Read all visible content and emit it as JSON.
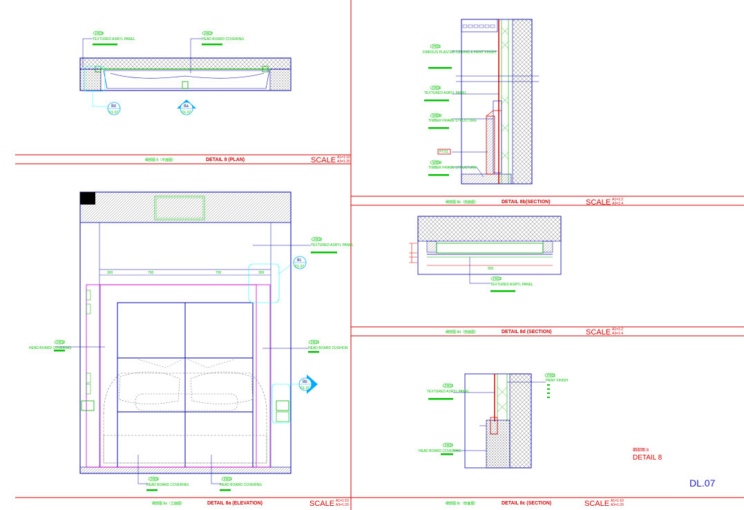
{
  "sheet": {
    "sheet_number": "DL.07",
    "detail_label_cn": "细部图 8",
    "detail_label": "DETAIL 8"
  },
  "panels": {
    "plan": {
      "cn": "细部图 8（平面图）",
      "title": "DETAIL 8 (PLAN)",
      "scale": "SCALE",
      "ratio_a": "A1=1:10",
      "ratio_b": "A3=1:20"
    },
    "elevation": {
      "cn": "细部图 8a（立面图）",
      "title": "DETAIL 8a (ELEVATION)",
      "scale": "SCALE",
      "ratio_a": "A1=1:10",
      "ratio_b": "A3=1:20"
    },
    "section_b": {
      "cn": "细部图 8b（剖面图）",
      "title": "DETAIL 8b(SECTION)",
      "scale": "SCALE",
      "ratio_a": "A1=1:2",
      "ratio_b": "A3=1:4"
    },
    "section_d": {
      "cn": "细部图 8d（剖面图）",
      "title": "DETAIL 8d (SECTION)",
      "scale": "SCALE",
      "ratio_a": "A1=1:2",
      "ratio_b": "A3=1:4"
    },
    "section_c": {
      "cn": "细部图 8c（剖面图）",
      "title": "DETAIL 8c (SECTION)",
      "scale": "SCALE",
      "ratio_a": "A1=1:10",
      "ratio_b": "A3=1:20"
    }
  },
  "callouts": {
    "plan_1": {
      "code": "FB03",
      "text": "TEXTURED ASRYL PANEL"
    },
    "plan_2": {
      "code": "FB02",
      "text": "HEAD BOARD COVERING"
    },
    "marker_8d": {
      "ref": "8d",
      "sheet": "DL.07"
    },
    "marker_8a": {
      "ref": "8a",
      "sheet": "DL.07"
    },
    "marker_8c": {
      "ref": "8c",
      "sheet": "DL.07"
    },
    "marker_8b": {
      "ref": "8b",
      "sheet": "DL.07"
    },
    "elev_panel": {
      "code": "FB03",
      "text": "TEXTURED ASRYL PANEL"
    },
    "elev_left": {
      "code": "FB02",
      "text": "HEAD BOARD COVERING"
    },
    "elev_right": {
      "code": "FB02",
      "text": "HEAD BOARD CUSHION"
    },
    "elev_bot_1": {
      "code": "FB02",
      "text": "HEAD BOARD COVERING"
    },
    "elev_bot_2": {
      "code": "FB02",
      "text": "HEAD BOARD COVERING"
    },
    "sec_b_1": {
      "code": "PB01",
      "text": "FIBROUS PLASTER CEILING & PAINT FINISH"
    },
    "sec_b_2": {
      "code": "FB03",
      "text": "TEXTURED ASRYL PANEL"
    },
    "sec_b_3": {
      "code": "WB02",
      "text": "TIMBER FRAME STRUCTURE"
    },
    "sec_b_4": {
      "code": "PT.01",
      "text": ""
    },
    "sec_b_5": {
      "code": "WB02",
      "text": "TIMBER FRAME STRUCTURE"
    },
    "sec_d_1": {
      "code": "FB03",
      "text": "TEXTURED ASRYL PANEL"
    },
    "sec_c_1": {
      "code": "FB03",
      "text": "TEXTURED ASRYL PANEL"
    },
    "sec_c_2": {
      "code": "PB01",
      "text": "PAINT FINISH"
    },
    "sec_c_3": {
      "code": "FB02",
      "text": "HEAD BOARD COVERING"
    }
  },
  "dimensions": {
    "elev_top": [
      "300",
      "700",
      "700",
      "300"
    ],
    "sec_d_width": "900"
  }
}
